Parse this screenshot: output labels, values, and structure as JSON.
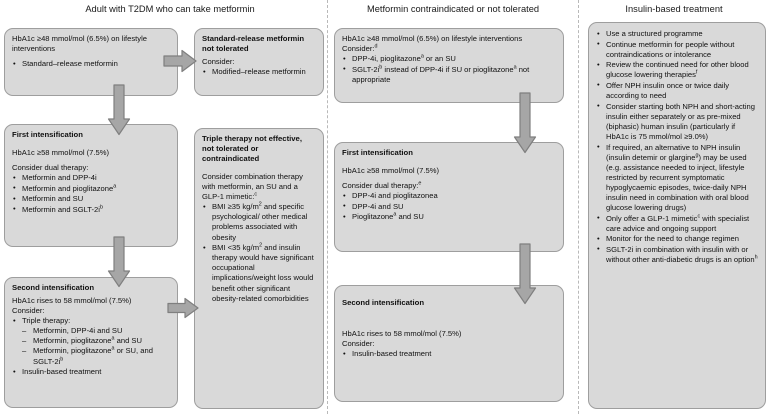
{
  "columns": [
    {
      "id": "col-metformin-ok",
      "header": "Adult with T2DM who can take metformin"
    },
    {
      "id": "col-metformin-contra",
      "header": "Metformin contraindicated or not tolerated"
    },
    {
      "id": "col-insulin",
      "header": "Insulin-based treatment"
    }
  ],
  "boxes": {
    "initial_therapy": {
      "line1": "HbA1c ≥48 mmol/mol (6.5%) on lifestyle interventions",
      "bullets": [
        "Standard–release metformin"
      ]
    },
    "std_not_tolerated": {
      "title": "Standard-release metformin not tolerated",
      "consider": "Consider:",
      "bullets": [
        "Modified–release metformin"
      ]
    },
    "first_intensification_left": {
      "title": "First intensification",
      "hba1c": "HbA1c ≥58 mmol/mol (7.5%)",
      "consider": "Consider dual therapy:",
      "bullets": [
        "Metformin and DPP-4i",
        "Metformin and pioglitazone<sup>a</sup>",
        "Metformin and SU",
        "Metformin and SGLT-2i<sup>b</sup>"
      ]
    },
    "triple_therapy": {
      "title": "Triple therapy not effective, not tolerated or contraindicated",
      "intro": "Consider combination therapy with metformin, an SU and a GLP-1 mimetic:<sup>c</sup>",
      "bullets": [
        "BMI ≥35 kg/m<sup>2</sup> and specific psychological/ other medical problems associated with obesity",
        "BMI &lt;35 kg/m<sup>2</sup> and insulin therapy would have significant occupational implications/weight loss would benefit other significant obesity-related comorbidities"
      ]
    },
    "second_intensification_left": {
      "title": "Second intensification",
      "hba1c": "HbA1c rises to 58 mmol/mol (7.5%)",
      "consider": "Consider:",
      "bullets": [
        {
          "text": "Triple therapy:",
          "sub": [
            "Metformin, DPP-4i and SU",
            "Metformin, pioglitazone<sup>a</sup> and SU",
            "Metformin, pioglitazone<sup>a</sup> or SU, and SGLT-2i<sup>b</sup>"
          ]
        },
        {
          "text": "Insulin-based treatment",
          "sub": []
        }
      ]
    },
    "initial_contra": {
      "line1": "HbA1c ≥48 mmol/mol (6.5%) on lifestyle interventions",
      "consider": "Consider:<sup>d</sup>",
      "bullets": [
        "DPP-4i, pioglitazone<sup>a</sup> or an SU",
        "SGLT-2i<sup>b</sup> instead of DPP-4i if SU or pioglitazone<sup>a</sup> not appropriate"
      ]
    },
    "first_intensification_mid": {
      "title": "First intensification",
      "hba1c": "HbA1c ≥58 mmol/mol (7.5%)",
      "consider": "Consider dual therapy:<sup>e</sup>",
      "bullets": [
        "DPP-4i and pioglitazonea",
        "DPP-4i and SU",
        "Pioglitazone<sup>a</sup> and SU"
      ]
    },
    "second_intensification_mid": {
      "title": "Second intensification",
      "hba1c": "HbA1c rises to 58 mmol/mol (7.5%)",
      "consider": "Consider:",
      "bullets": [
        "Insulin-based treatment"
      ]
    },
    "insulin_panel": {
      "bullets": [
        "Use a structured programme",
        "Continue metformin for people without contraindications or intolerance",
        "Review the continued need for other blood glucose lowering therapies<sup>f</sup>",
        "Offer NPH insulin once or twice daily according to need",
        "Consider starting both NPH and short-acting insulin either separately or as pre-mixed (biphasic) human insulin (particularly if HbA1c is 75 mmol/mol ≥9.0%)",
        "If required, an alternative to NPH insulin (insulin detemir or glargine<sup>g</sup>) may be used (e.g. assistance needed to inject, lifestyle restricted by recurrent symptomatic hypoglycaemic episodes, twice-daily NPH insulin need in combination with oral blood glucose lowering drugs)",
        "Only offer a GLP-1 mimetic<sup>c</sup> with specialist care advice and ongoing support",
        "Monitor for the need to change regimen",
        "SGLT-2i in combination with insulin with or without other anti-diabetic drugs is an option<sup>h</sup>"
      ]
    }
  },
  "arrows": [
    {
      "name": "arrow-initial-to-std-not-tolerated",
      "direction": "right"
    },
    {
      "name": "arrow-initial-to-first-intensification",
      "direction": "down"
    },
    {
      "name": "arrow-first-to-second-intensification",
      "direction": "down"
    },
    {
      "name": "arrow-second-intensification-to-triple-therapy",
      "direction": "right"
    },
    {
      "name": "arrow-contra-initial-to-first-intensification",
      "direction": "down"
    },
    {
      "name": "arrow-contra-first-to-second-intensification",
      "direction": "down"
    }
  ],
  "colors": {
    "box_fill": "#d9d9d9",
    "box_border": "#9e9e9e",
    "arrow_fill": "#a6a6a6",
    "arrow_border": "#7f7f7f",
    "divider": "#b9b9b9",
    "text": "#111111"
  }
}
